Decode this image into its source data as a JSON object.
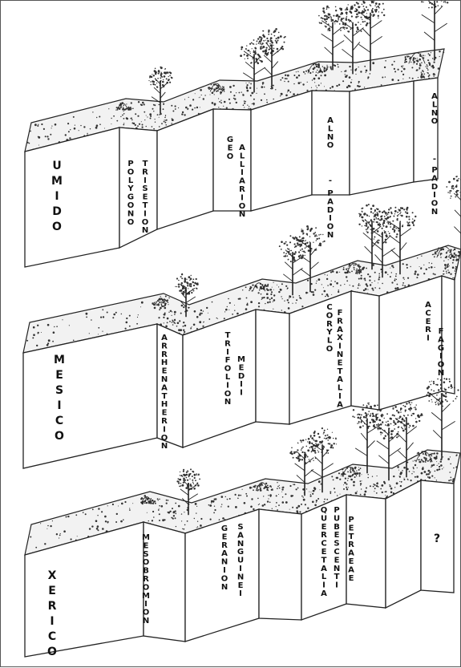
{
  "panels": [
    {
      "name": "UMIDO",
      "columns": [
        [
          "POLYGONO",
          "TRISETION"
        ],
        [
          "GEO",
          "ALLIARION"
        ],
        [
          "ALNO",
          "-",
          "PADION"
        ],
        [
          "ALNO",
          "-",
          "PADION"
        ]
      ]
    },
    {
      "name": "MESICO",
      "columns": [
        [
          "ARRHENATHERION"
        ],
        [
          "TRIFOLION",
          "MEDII"
        ],
        [
          "CORYLO",
          "FRAXINETALIA"
        ],
        [
          "ACERI",
          "FAGION"
        ]
      ]
    },
    {
      "name": "XERICO",
      "columns": [
        [
          "MESOBROMION"
        ],
        [
          "GERANION",
          "SANGUINEI"
        ],
        [
          "QUERCETALIA",
          "PUBESCENTI",
          "PETRAEAE"
        ],
        [
          "?"
        ]
      ]
    }
  ],
  "colors": {
    "line": "#222222",
    "stipple": "#333333",
    "background": "#ffffff"
  },
  "icons": [
    "tree-icon",
    "shrub-icon"
  ]
}
